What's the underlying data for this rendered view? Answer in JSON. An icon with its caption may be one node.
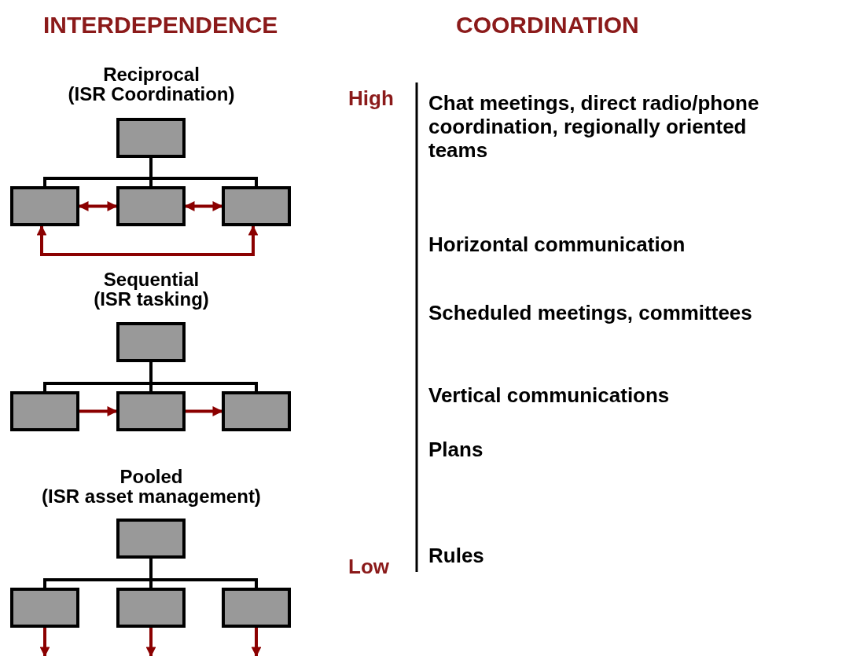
{
  "diagram": {
    "nodes": [
      {
        "text": [],
        "shape": "box"
      },
      {
        "text": [],
        "shape": "box"
      },
      {
        "text": [],
        "shape": "box"
      },
      {
        "text": [],
        "shape": "box"
      },
      {
        "text": [],
        "shape": "box"
      },
      {
        "text": [],
        "shape": "box"
      },
      {
        "text": [],
        "shape": "box"
      },
      {
        "text": [],
        "shape": "box"
      },
      {
        "text": [],
        "shape": "box"
      },
      {
        "text": [],
        "shape": "box"
      },
      {
        "text": [],
        "shape": "box"
      },
      {
        "text": [],
        "shape": "box"
      }
    ],
    "edges": [
      {
        "from": 0,
        "to": 1,
        "arrow": "none"
      },
      {
        "from": 0,
        "to": 2,
        "arrow": "none"
      },
      {
        "from": 0,
        "to": 3,
        "arrow": "none"
      },
      {
        "from": 1,
        "to": 2,
        "arrow": "both",
        "color": "#8b0000"
      },
      {
        "from": 2,
        "to": 3,
        "arrow": "both",
        "color": "#8b0000"
      },
      {
        "from": 1,
        "to": 3,
        "arrow": "both",
        "color": "#8b0000"
      },
      {
        "from": 4,
        "to": 5,
        "arrow": "none"
      },
      {
        "from": 4,
        "to": 6,
        "arrow": "none"
      },
      {
        "from": 4,
        "to": 7,
        "arrow": "none"
      },
      {
        "from": 5,
        "to": 6,
        "arrow": "to",
        "color": "#8b0000"
      },
      {
        "from": 6,
        "to": 7,
        "arrow": "to",
        "color": "#8b0000"
      },
      {
        "from": 8,
        "to": 9,
        "arrow": "none"
      },
      {
        "from": 8,
        "to": 10,
        "arrow": "none"
      },
      {
        "from": 8,
        "to": 11,
        "arrow": "none"
      },
      {
        "from": 9,
        "to": null,
        "arrow": "to",
        "color": "#8b0000"
      },
      {
        "from": 10,
        "to": null,
        "arrow": "to",
        "color": "#8b0000"
      },
      {
        "from": 11,
        "to": null,
        "arrow": "to",
        "color": "#8b0000"
      }
    ],
    "labels": [
      "INTERDEPENDENCE",
      "COORDINATION",
      "Reciprocal (ISR Coordination)",
      "High",
      "Chat meetings, direct radio/phone coordination, regionally oriented teams",
      "Horizontal communication",
      "Sequential (ISR tasking)",
      "Scheduled meetings, committees",
      "Vertical communications",
      "Plans",
      "Pooled (ISR asset management)",
      "Low",
      "Rules"
    ]
  }
}
